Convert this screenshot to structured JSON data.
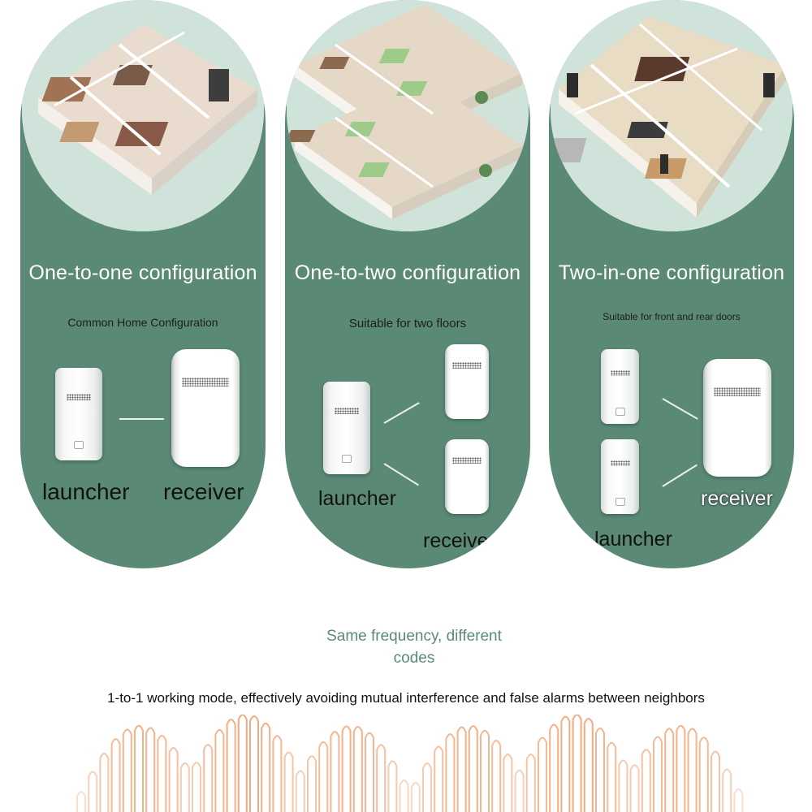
{
  "panels": [
    {
      "title": "One-to-one configuration",
      "subtitle": "Common Home Configuration",
      "labels": {
        "launcher": "launcher",
        "receiver": "receiver"
      },
      "image": "apartment-floorplan-3d"
    },
    {
      "title": "One-to-two configuration",
      "subtitle": "Suitable for two floors",
      "labels": {
        "launcher": "launcher",
        "receiver": "receiver"
      },
      "image": "two-storey-apartment-3d"
    },
    {
      "title": "Two-in-one configuration",
      "subtitle": "Suitable for front and rear doors",
      "labels": {
        "launcher": "launcher",
        "receiver": "receiver"
      },
      "image": "house-floorplan-3d"
    }
  ],
  "footer": {
    "headline": "Same frequency, different codes",
    "description": "1-to-1 working mode, effectively avoiding mutual interference and false alarms between neighbors"
  },
  "colors": {
    "panel_green": "#5a8a76",
    "headline_green": "#5a8a76",
    "wave_orange": "#f0a070"
  }
}
